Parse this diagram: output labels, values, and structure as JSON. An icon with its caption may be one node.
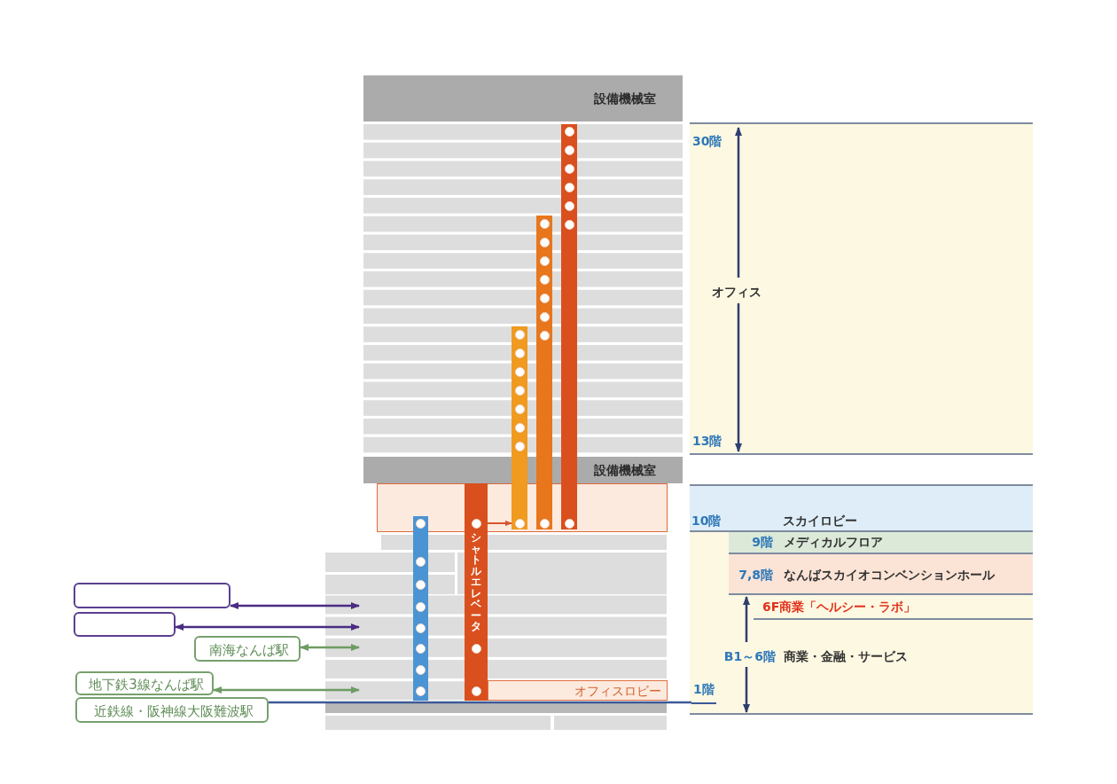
{
  "diagram": {
    "nodes": [
      {
        "text": [
          "設備機械室"
        ]
      },
      {
        "text": [
          "30階",
          "オフィス",
          "13階"
        ]
      },
      {
        "text": [],
        "shape": "bar"
      },
      {
        "text": [],
        "shape": "bar"
      },
      {
        "text": [],
        "shape": "bar"
      },
      {
        "text": [
          "設備機械室"
        ]
      },
      {
        "text": [
          "シャトルエレベータ"
        ]
      },
      {
        "text": [],
        "shape": "bar"
      },
      {
        "text": [
          "10階",
          "スカイロビー"
        ]
      },
      {
        "text": [
          "9階",
          "メディカルフロア"
        ]
      },
      {
        "text": [
          "7,8階",
          "なんばスカイオコンベンションホール"
        ]
      },
      {
        "text": [
          "B1～6階",
          "商業・金融・サービス"
        ]
      },
      {
        "text": [
          "6F商業「ヘルシー・ラボ」"
        ],
        "in": 11
      },
      {
        "text": [],
        "shape": "box"
      },
      {
        "text": [],
        "shape": "box"
      },
      {
        "text": [
          "南海なんば駅"
        ]
      },
      {
        "text": [
          "オフィスロビー"
        ]
      },
      {
        "text": [
          "地下鉄3線なんば駅"
        ]
      },
      {
        "text": [
          "近鉄線・阪神線大阪難波駅"
        ]
      },
      {
        "text": [
          "1階"
        ]
      }
    ],
    "edges": [
      {
        "from": 13,
        "to": null,
        "arrow": "both",
        "color": "#4a2c82"
      },
      {
        "from": 14,
        "to": null,
        "arrow": "both",
        "color": "#4a2c82"
      },
      {
        "from": 15,
        "to": null,
        "arrow": "both",
        "color": "#6e9c63"
      },
      {
        "from": 17,
        "to": null,
        "arrow": "both",
        "color": "#6e9c63"
      },
      {
        "from": 18,
        "to": 19,
        "arrow": "none",
        "color": "#3d5a96"
      },
      {
        "from": 6,
        "to": 4,
        "arrow": "to",
        "color": "#d9542b"
      }
    ]
  }
}
